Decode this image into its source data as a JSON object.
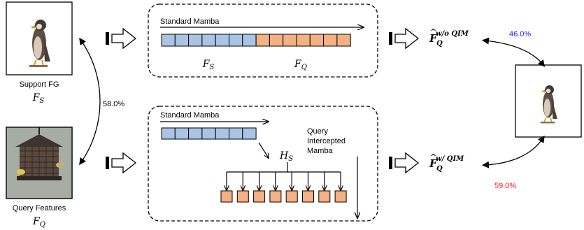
{
  "support": {
    "label": "Support FG",
    "symbol_base": "F",
    "symbol_sub": "S",
    "image_icon": "falcon-photo-icon"
  },
  "query": {
    "label": "Query Features",
    "symbol_base": "F",
    "symbol_sub": "Q",
    "image_icon": "bird-feeder-photo-icon"
  },
  "output_image_icon": "falcon-photo-icon",
  "similarity_left": "58.0%",
  "top_block": {
    "mamba_label": "Standard Mamba",
    "fs_base": "F",
    "fs_sub": "S",
    "fq_base": "F",
    "fq_sub": "Q",
    "support_tokens": 7,
    "query_tokens": 7
  },
  "bottom_block": {
    "mamba_label": "Standard Mamba",
    "hs_base": "H",
    "hs_sub": "S",
    "qim_label_line1": "Query",
    "qim_label_line2": "Intercepted",
    "qim_label_line3": "Mamba",
    "support_tokens": 7,
    "query_tokens": 8
  },
  "output_top": {
    "base": "F",
    "sup": "w/o QIM",
    "sub": "Q",
    "score": "46.0%",
    "score_color": "#1a1aff"
  },
  "output_bottom": {
    "base": "F",
    "sup": "w/ QIM",
    "sub": "Q",
    "score": "59.0%",
    "score_color": "#ff1a1a"
  },
  "colors": {
    "support_token": "#a9c4e4",
    "query_token": "#f4b183",
    "stroke": "#000000"
  }
}
